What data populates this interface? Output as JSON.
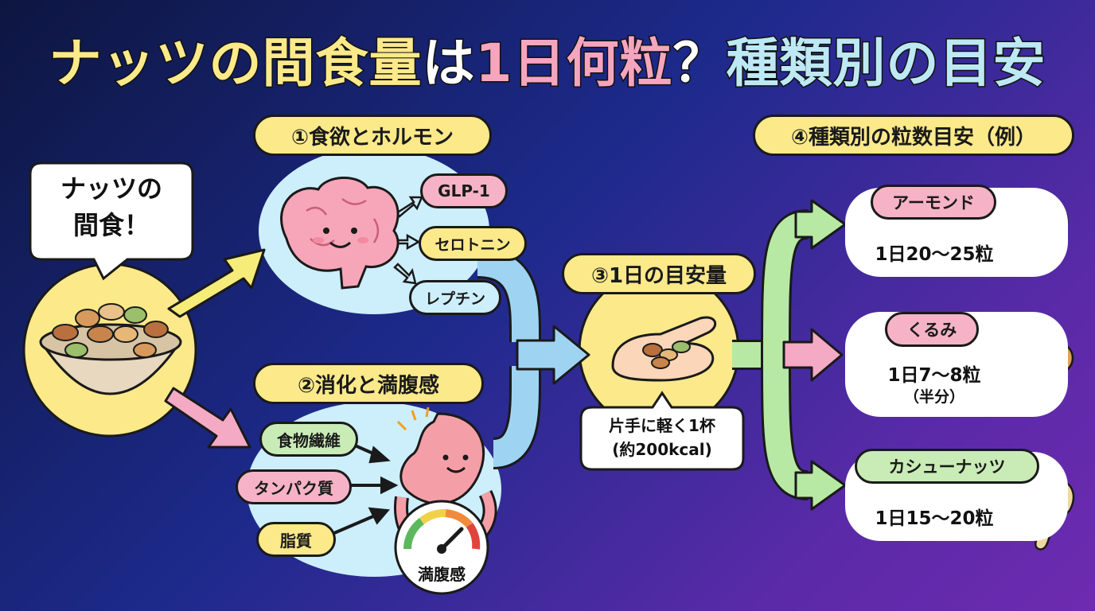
{
  "title": {
    "part1": "ナッツの",
    "part2": "間食量",
    "part3": "は",
    "part4": "1日何粒",
    "part5": "？",
    "part6": "種類別の目安"
  },
  "speech_bubble": {
    "line1": "ナッツの",
    "line2": "間食！"
  },
  "section1": {
    "heading": "①食欲とホルモン",
    "hormones": [
      "GLP-1",
      "セロトニン",
      "レプチン"
    ]
  },
  "section2": {
    "heading": "②消化と満腹感",
    "nutrients": [
      "食物繊維",
      "タンパク質",
      "脂質"
    ],
    "gauge_label": "満腹感"
  },
  "section3": {
    "heading": "③1日の目安量",
    "bubble_line1": "片手に軽く1杯",
    "bubble_line2": "(約200kcal)"
  },
  "section4": {
    "heading": "④種類別の粒数目安（例）",
    "items": [
      {
        "name": "アーモンド",
        "amount": "1日20〜25粒",
        "note": ""
      },
      {
        "name": "くるみ",
        "amount": "1日7〜8粒",
        "note": "（半分）"
      },
      {
        "name": "カシューナッツ",
        "amount": "1日15〜20粒",
        "note": ""
      }
    ]
  },
  "colors": {
    "title_yellow": "#fbe98a",
    "title_pink": "#f6a5bf",
    "title_cyan": "#bde9f5",
    "arrow_yellow": "#f6ec7a",
    "arrow_pink": "#f4a9c4",
    "arrow_blue": "#9fd3f2",
    "arrow_green": "#b7e9a4"
  }
}
